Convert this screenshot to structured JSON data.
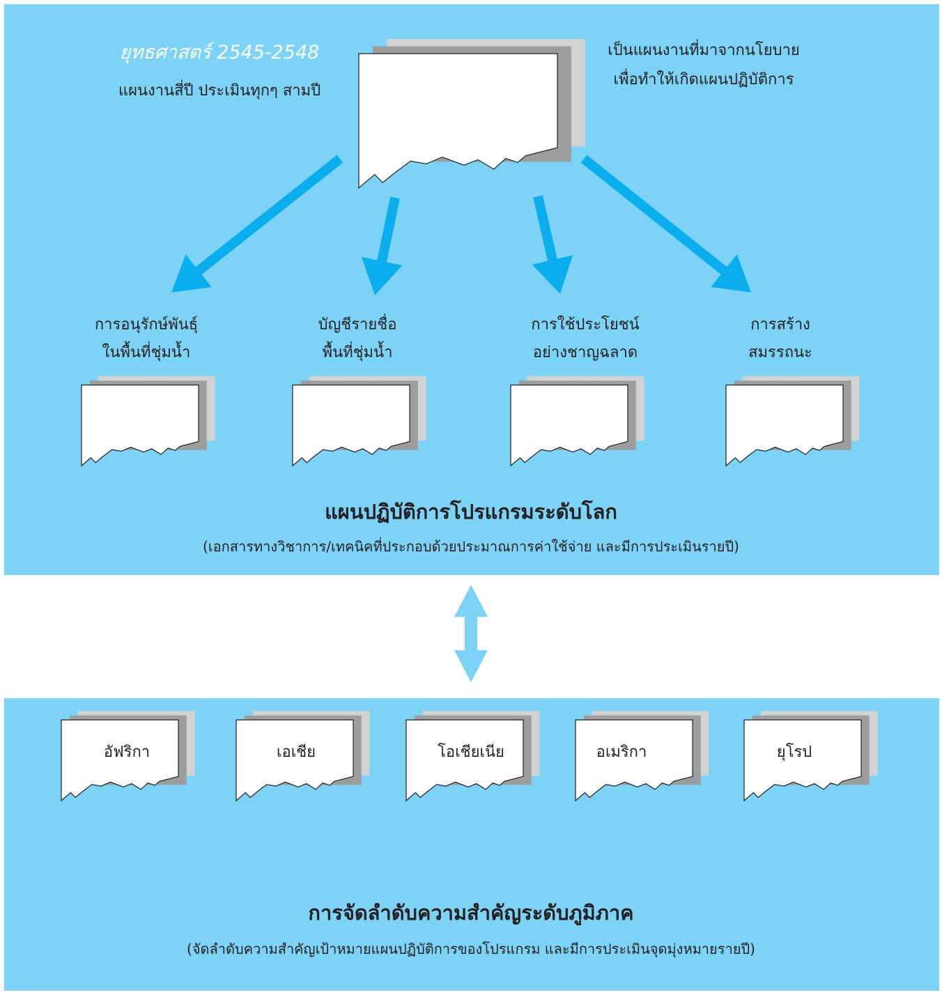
{
  "colors": {
    "panel_bg": "#7dd3f6",
    "arrow": "#0aaeec",
    "connector_arrow": "#7dd3f6",
    "doc_front": "#ffffff",
    "doc_mid": "#9c9d9f",
    "doc_back": "#d1d2d4"
  },
  "top": {
    "strategy_title": "ยุทธศาสตร์ 2545-2548",
    "strategy_sub": "แผนงานสี่ปี  ประเมินทุกๆ สามปี",
    "note_line1": "เป็นแผนงานที่มาจากนโยบาย",
    "note_line2": "เพื่อทำให้เกิดแผนปฏิบัติการ",
    "programs": [
      {
        "line1": "การอนุรักษ์พันธุ์",
        "line2": "ในพื้นที่ชุ่มน้ำ"
      },
      {
        "line1": "บัญชีรายชื่อ",
        "line2": "พื้นที่ชุ่มน้ำ"
      },
      {
        "line1": "การใช้ประโยชน์",
        "line2": "อย่างชาญฉลาด"
      },
      {
        "line1": "การสร้าง",
        "line2": "สมรรถนะ"
      }
    ],
    "title": "แผนปฏิบัติการโปรแกรมระดับโลก",
    "subtitle": "(เอกสารทางวิชาการ/เทคนิคที่ประกอบด้วยประมาณการค่าใช้จ่าย และมีการประเมินรายปี)"
  },
  "bottom": {
    "regions": [
      "อัฟริกา",
      "เอเชีย",
      "โอเชียเนีย",
      "อเมริกา",
      "ยุโรป"
    ],
    "title": "การจัดลำดับความสำคัญระดับภูมิภาค",
    "subtitle": "(จัดลำดับความสำคัญเป้าหมายแผนปฏิบัติการของโปรแกรม และมีการประเมินจุดมุ่งหมายรายปี)"
  }
}
